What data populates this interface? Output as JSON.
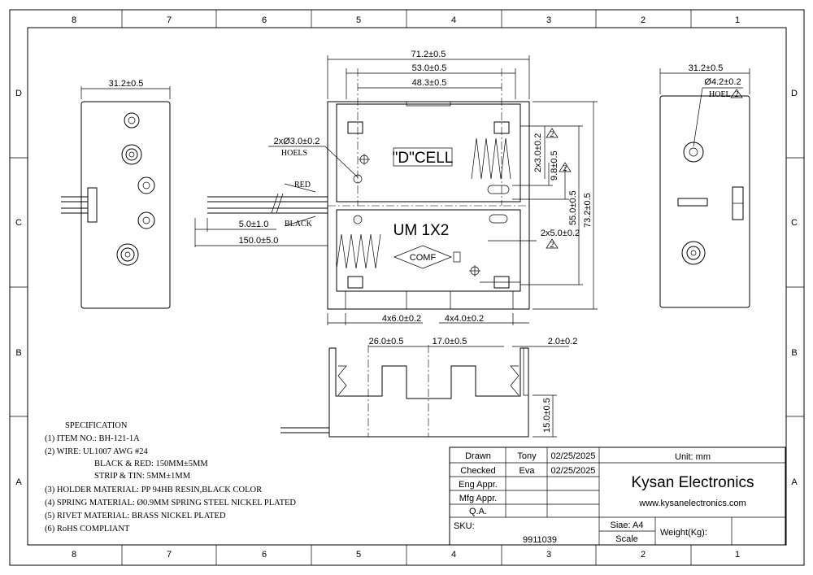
{
  "border": {
    "columns_top": [
      "8",
      "7",
      "6",
      "5",
      "4",
      "3",
      "2",
      "1"
    ],
    "columns_bottom": [
      "8",
      "7",
      "6",
      "5",
      "4",
      "3",
      "2",
      "1"
    ],
    "rows_left": [
      "D",
      "C",
      "B",
      "A"
    ],
    "rows_right": [
      "D",
      "C",
      "B",
      "A"
    ]
  },
  "left_view": {
    "width_dim": "31.2±0.5"
  },
  "right_view": {
    "width_dim": "31.2±0.5",
    "hole_dim": "Ø4.2±0.2",
    "hole_note": "HOEL",
    "hole_flag": "2"
  },
  "front_view": {
    "dim_overall": "71.2±0.5",
    "dim_inner": "53.0±0.5",
    "dim_contact": "48.3±0.5",
    "holes_dim": "2xØ3.0±0.2",
    "holes_note": "HOELS",
    "wire_red": "RED",
    "wire_black": "BLACK",
    "strip_dim": "5.0±1.0",
    "wire_len": "150.0±5.0",
    "cell_label": "\"D\"CELL",
    "um_label": "UM 1X2",
    "logo_label": "COMF",
    "dim_slot_w": "2x3.0±0.2",
    "dim_slot_pos": "9.8±0.5",
    "dim_inner_h": "55.0±0.5",
    "dim_outer_h": "73.2±0.5",
    "dim_slot2": "2x5.0±0.2",
    "dim_tab1": "4x6.0±0.2",
    "dim_tab2": "4x4.0±0.2",
    "flag": "2"
  },
  "side_view": {
    "dim_a": "26.0±0.5",
    "dim_b": "17.0±0.5",
    "dim_c": "2.0±0.2",
    "dim_h": "15.0±0.5"
  },
  "specification": {
    "title": "SPECIFICATION",
    "lines": [
      "(1)  ITEM NO.: BH-121-1A",
      "(2)  WIRE: UL1007 AWG #24",
      "BLACK & RED: 150MM±5MM",
      "STRIP & TIN: 5MM±1MM",
      "(3)  HOLDER MATERIAL: PP 94HB RESIN,BLACK COLOR",
      "(4)  SPRING MATERIAL: Ø0.9MM SPRING STEEL NICKEL PLATED",
      "(5)  RIVET MATERIAL: BRASS NICKEL PLATED",
      "(6)  RoHS COMPLIANT"
    ]
  },
  "title_block": {
    "rows": [
      {
        "label": "Drawn",
        "name": "Tony",
        "date": "02/25/2025"
      },
      {
        "label": "Checked",
        "name": "Eva",
        "date": "02/25/2025"
      },
      {
        "label": "Eng Appr.",
        "name": "",
        "date": ""
      },
      {
        "label": "Mfg Appr.",
        "name": "",
        "date": ""
      },
      {
        "label": "Q.A.",
        "name": "",
        "date": ""
      }
    ],
    "unit": "Unit: mm",
    "company": "Kysan Electronics",
    "website": "www.kysanelectronics.com",
    "sku_label": "SKU:",
    "sku_value": "9911039",
    "size": "Siae: A4",
    "scale": "Scale",
    "weight": "Weight(Kg):"
  }
}
